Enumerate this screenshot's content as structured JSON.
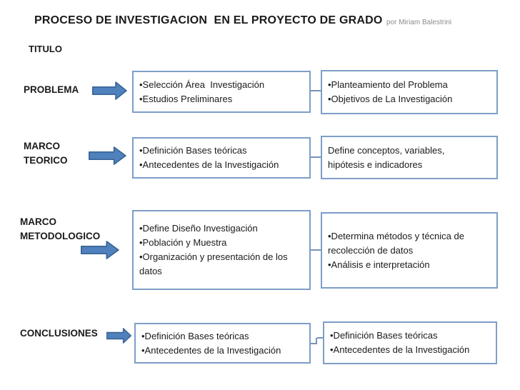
{
  "header": {
    "title": "PROCESO DE INVESTIGACION  EN EL PROYECTO DE GRADO",
    "byline": "por Miriam Balestrini",
    "section_label": "TITULO"
  },
  "colors": {
    "arrow_fill": "#4f81bd",
    "arrow_stroke": "#3a6494",
    "box_border": "#7d9ec8",
    "connector": "#7593b8",
    "title_text": "#1a1a1a",
    "byline_text": "#8c8c8c",
    "background": "#ffffff"
  },
  "rows": [
    {
      "label": "PROBLEMA",
      "box1": {
        "lines": [
          "•Selección Área  Investigación",
          "•Estudios Preliminares"
        ]
      },
      "box2": {
        "lines": [
          "•Planteamiento del Problema",
          "•Objetivos de La Investigación"
        ]
      }
    },
    {
      "label": "MARCO\nTEORICO",
      "box1": {
        "lines": [
          "•Definición Bases teóricas",
          "•Antecedentes de la Investigación"
        ]
      },
      "box2": {
        "lines": [
          "Define conceptos, variables, hipótesis e indicadores"
        ]
      }
    },
    {
      "label": "MARCO\nMETODOLOGICO",
      "box1": {
        "lines": [
          "•Define Diseño Investigación",
          "•Población y Muestra",
          "•Organización y presentación de los datos"
        ]
      },
      "box2": {
        "lines": [
          "•Determina métodos y técnica de recolección de datos",
          "•Análisis e interpretación"
        ]
      }
    },
    {
      "label": "CONCLUSIONES",
      "box1": {
        "lines": [
          "•Definición Bases teóricas",
          "•Antecedentes de la Investigación"
        ]
      },
      "box2": {
        "lines": [
          "•Definición Bases teóricas",
          "•Antecedentes de la Investigación"
        ]
      }
    }
  ]
}
